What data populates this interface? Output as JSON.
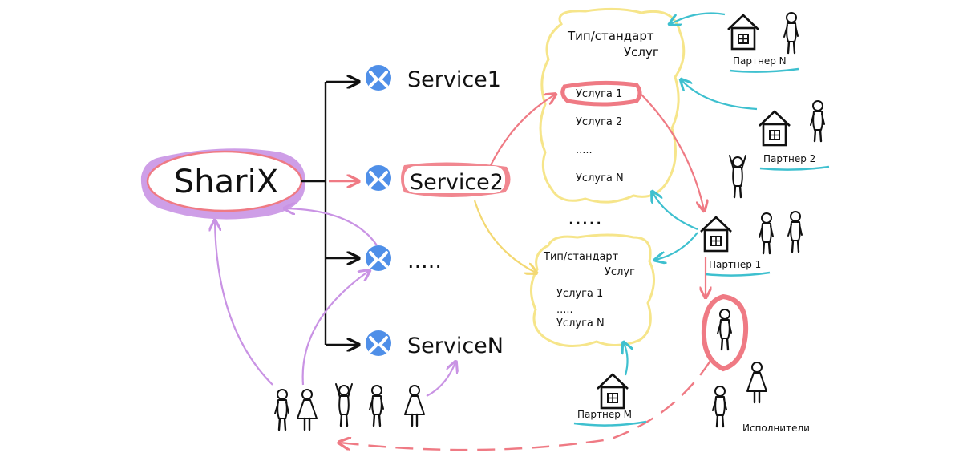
{
  "hub": {
    "label": "ShariX"
  },
  "services": [
    {
      "label": "Service1"
    },
    {
      "label": "Service2"
    },
    {
      "label": "....."
    },
    {
      "label": "ServiceN"
    }
  ],
  "catalog_top": {
    "title_line1": "Тип/стандарт",
    "title_line2": "Услуг",
    "items": [
      "Услуга 1",
      "Услуга 2",
      ".....",
      "Услуга N"
    ]
  },
  "catalog_dots": ".....",
  "catalog_bottom": {
    "title_line1": "Тип/стандарт",
    "title_line2": "Услуг",
    "items": [
      "Услуга 1",
      ".....",
      "Услуга N"
    ]
  },
  "partners": [
    {
      "label": "Партнер N"
    },
    {
      "label": "Партнер 2"
    },
    {
      "label": "Партнер 1"
    },
    {
      "label": "Партнер M"
    }
  ],
  "executors": {
    "label": "Исполнители"
  },
  "colors": {
    "purple": "#c993e4",
    "red": "#ef7a84",
    "yellow": "#f6e58a",
    "cyan": "#3ec0cf",
    "blue": "#4f8fe8",
    "ink": "#111111"
  }
}
